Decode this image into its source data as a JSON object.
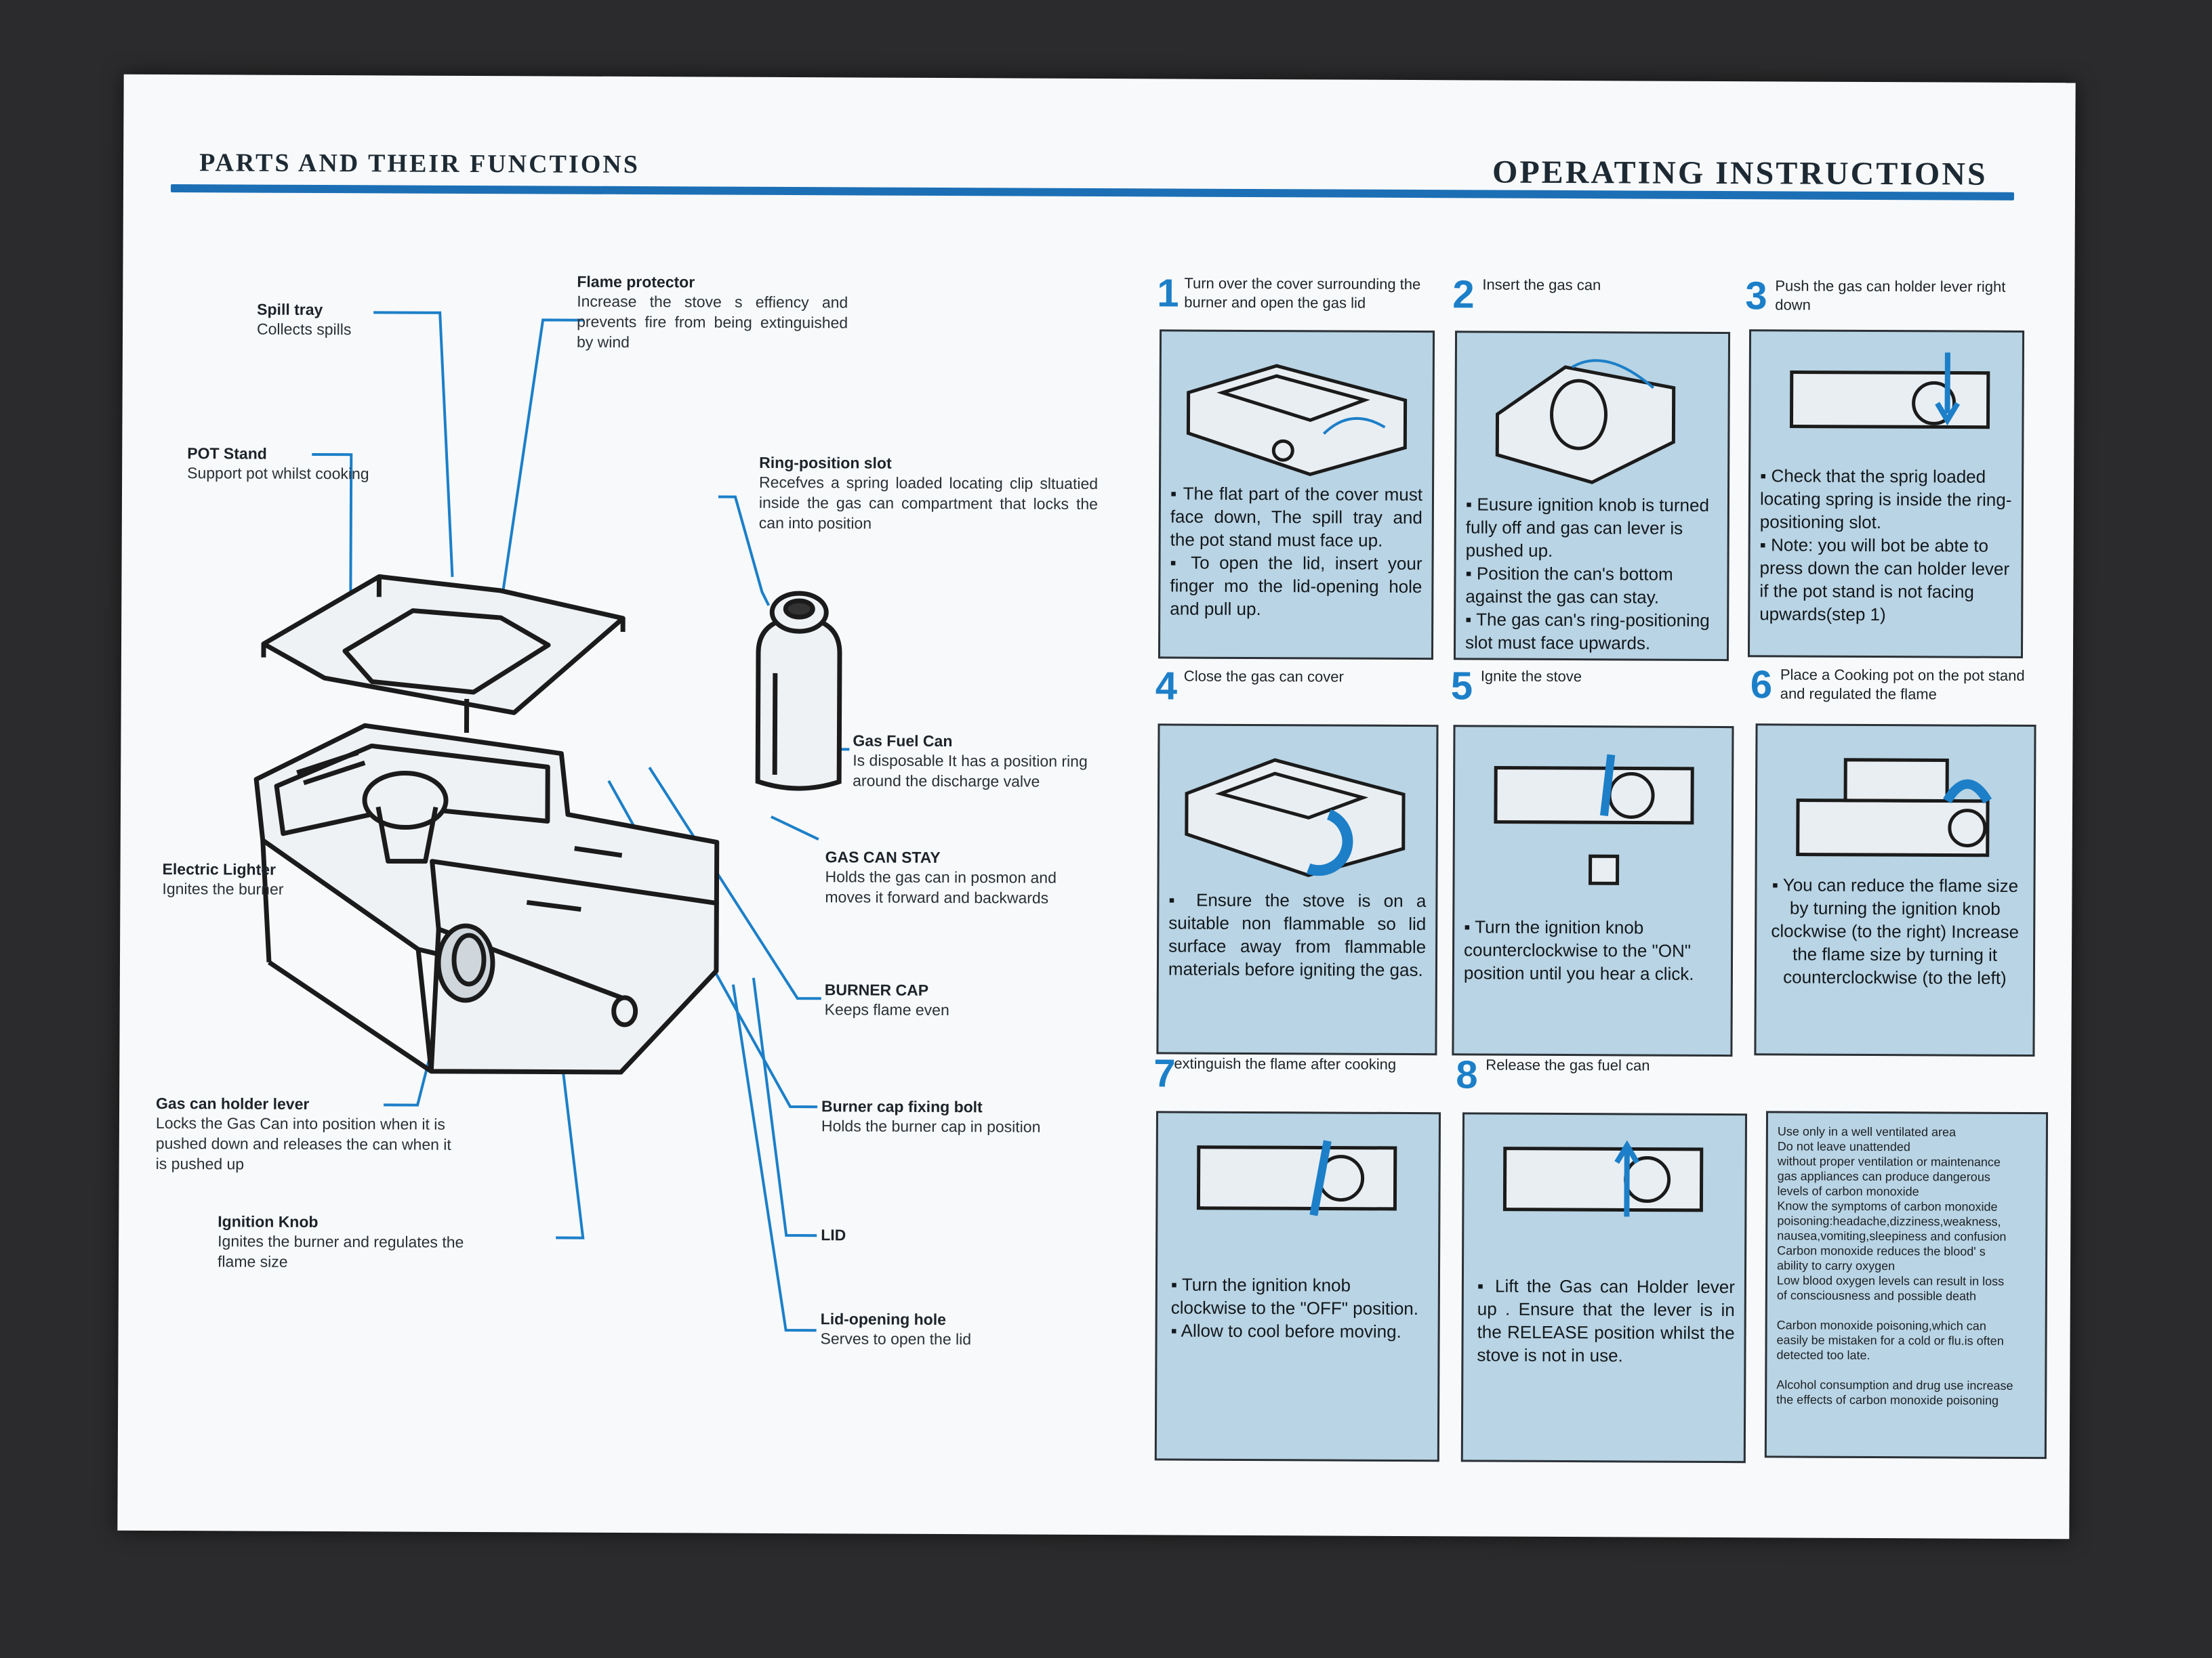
{
  "headers": {
    "left": "PARTS AND THEIR FUNCTIONS",
    "right": "OPERATING INSTRUCTIONS"
  },
  "parts": [
    {
      "title": "Spill tray",
      "desc": "Collects spills"
    },
    {
      "title": "Flame protector",
      "desc": "Increase the stove s effiency and prevents fire from being extinguished by wind"
    },
    {
      "title": "POT Stand",
      "desc": "Support pot whilst cooking"
    },
    {
      "title": "Ring-position slot",
      "desc": "Recefves a spring loaded locating clip sltuatied inside the gas can compartment that locks the can into position"
    },
    {
      "title": "Gas Fuel Can",
      "desc": "Is disposable It has a position ring around the discharge valve"
    },
    {
      "title": "GAS CAN STAY",
      "desc": "Holds the gas can in posmon and moves it forward and backwards"
    },
    {
      "title": "Electric Lighter",
      "desc": "Ignites the burner"
    },
    {
      "title": "BURNER CAP",
      "desc": "Keeps flame even"
    },
    {
      "title": "Gas can holder lever",
      "desc": "Locks the Gas Can into position when it is pushed down and releases the can when it is pushed up"
    },
    {
      "title": "Burner cap fixing bolt",
      "desc": "Holds the burner cap in position"
    },
    {
      "title": "Ignition Knob",
      "desc": "Ignites the burner and regulates the flame size"
    },
    {
      "title": "LID",
      "desc": ""
    },
    {
      "title": "Lid-opening hole",
      "desc": "Serves to open the lid"
    }
  ],
  "steps": [
    {
      "num": "1",
      "title": "Turn over the cover surrounding the burner and open the gas lid",
      "bullets": [
        "The flat part of the cover must face down, The spill tray and the pot stand must face up.",
        "To open the lid, insert your finger mo the lid-opening hole and pull up."
      ]
    },
    {
      "num": "2",
      "title": "Insert the gas can",
      "bullets": [
        "Eusure ignition knob is turned fully off and gas can lever is pushed up.",
        "Position the can's bottom against the gas can stay.",
        "The gas can's ring-positioning slot must face upwards."
      ]
    },
    {
      "num": "3",
      "title": "Push the gas can holder lever right down",
      "bullets": [
        "Check that the sprig loaded locating spring is inside the ring-positioning slot.",
        "Note: you will bot be abte to press down the can holder lever if the pot stand is not facing upwards(step 1)"
      ]
    },
    {
      "num": "4",
      "title": "Close the gas can cover",
      "bullets": [
        "Ensure the stove is on a suitable non flammable so lid surface away from flammable materials before igniting the gas."
      ]
    },
    {
      "num": "5",
      "title": "Ignite the stove",
      "bullets": [
        "Turn the ignition knob counterclockwise to the \"ON\" position until you hear a click."
      ]
    },
    {
      "num": "6",
      "title": "Place a Cooking pot on the pot stand and regulated the flame",
      "bullets": [
        "You can reduce the flame size by turning the ignition knob clockwise (to the right) Increase the flame size by turning it counterclockwise (to the left)"
      ]
    },
    {
      "num": "7",
      "title": "extinguish the flame after cooking",
      "bullets": [
        "Turn the ignition knob clockwise to the \"OFF\" position.",
        "Allow to cool before moving."
      ]
    },
    {
      "num": "8",
      "title": "Release the gas fuel can",
      "bullets": [
        "Lift the Gas can Holder lever up . Ensure that the lever is in the RELEASE position whilst the stove is not in use."
      ]
    }
  ],
  "warning": [
    "Use only in a well ventilated area",
    "Do not leave unattended",
    "without proper ventilation or maintenance",
    "gas appliances can produce dangerous",
    "levels of carbon monoxide",
    "Know the symptoms of carbon monoxide",
    "poisoning:headache,dizziness,weakness,",
    "nausea,vomiting,sleepiness and confusion",
    "Carbon monoxide reduces the blood' s",
    "ability to carry oxygen",
    "Low blood oxygen levels can result in loss",
    "of consciousness and possible death",
    "",
    "Carbon monoxide poisoning,which can",
    "easily be mistaken for a cold or flu.is often",
    "detected too late.",
    "",
    "Alcohol consumption and drug use increase",
    "the effects of carbon monoxide poisoning"
  ],
  "colors": {
    "accent": "#1c7fc8",
    "panel": "#b9d4e4",
    "paper": "#f7f9fb",
    "background": "#2b2b2d"
  }
}
